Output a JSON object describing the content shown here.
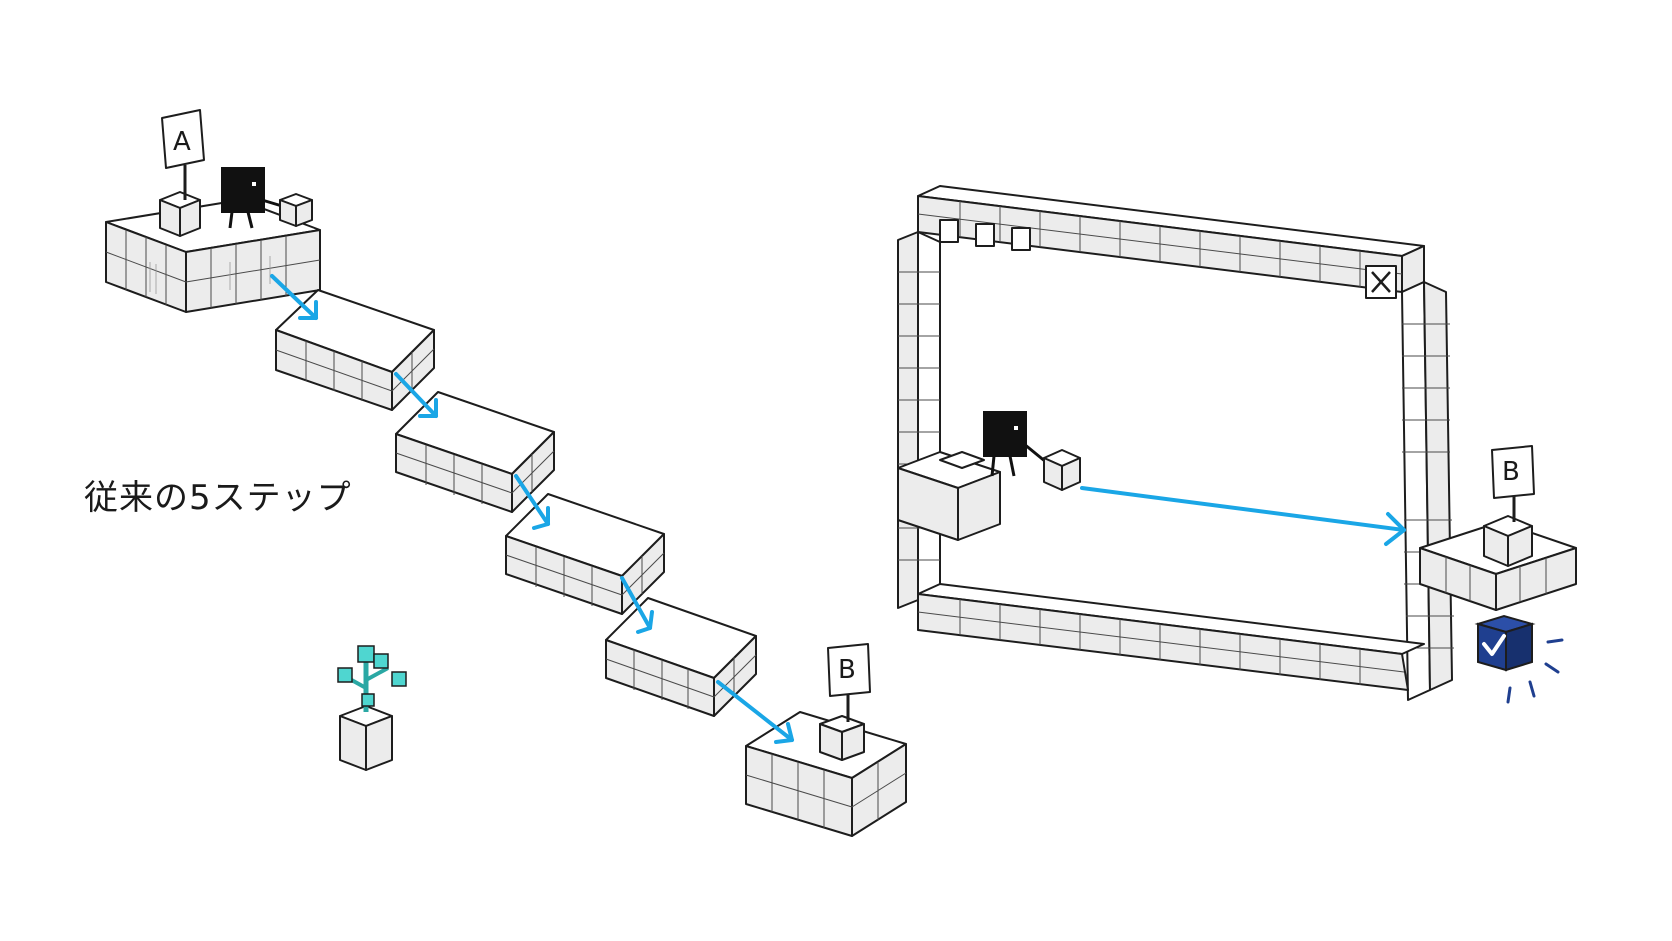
{
  "caption": "従来の5ステップ",
  "signs": {
    "start": "A",
    "end_left": "B",
    "end_right": "B"
  },
  "window": {
    "close_glyph": "X"
  },
  "colors": {
    "arrow": "#1aa6e6",
    "check_box": "#1f3f8f",
    "plant": "#4fd6d0",
    "robot": "#111111"
  },
  "icons": [
    "robot-icon",
    "box-icon",
    "signpost-icon",
    "plant-icon",
    "checkmark-icon",
    "close-icon"
  ]
}
